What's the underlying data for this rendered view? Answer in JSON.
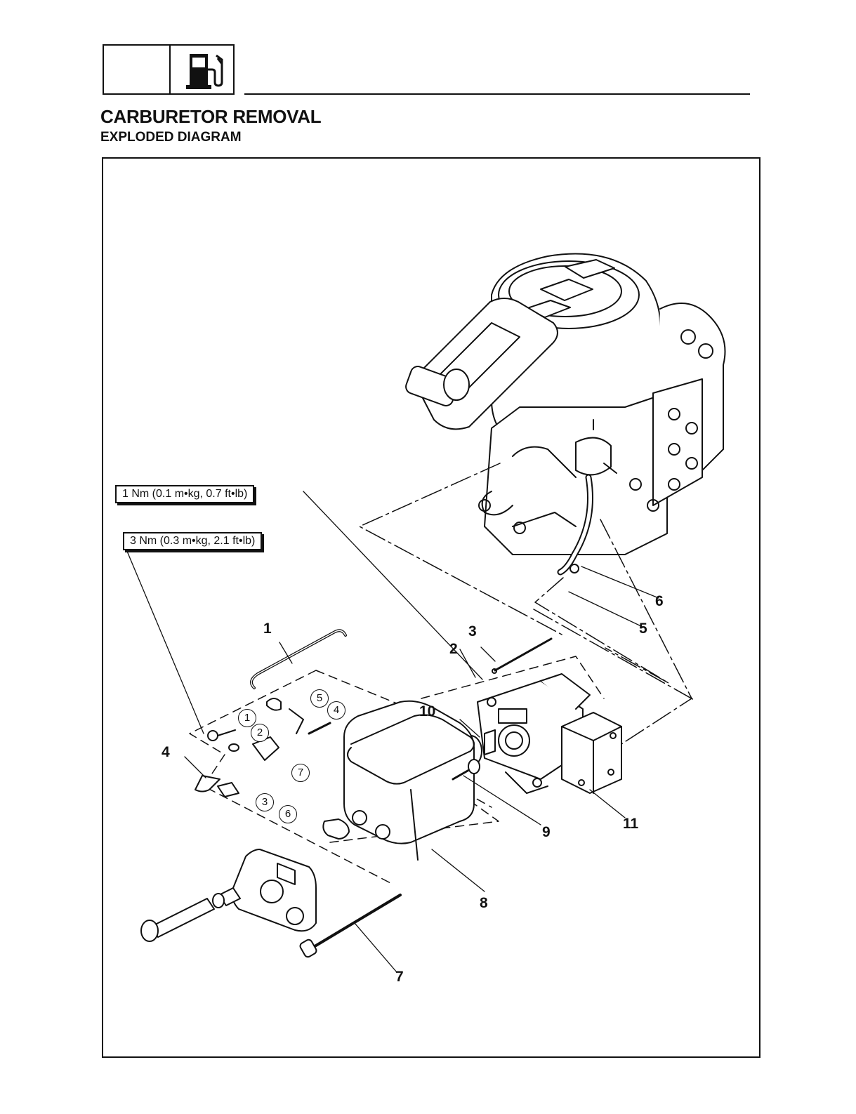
{
  "header": {
    "icon": "fuel-pump-icon"
  },
  "page": {
    "title": "CARBURETOR REMOVAL",
    "subtitle": "EXPLODED DIAGRAM"
  },
  "torque_specs": [
    {
      "label": "1 Nm (0.1 m•kg, 0.7 ft•lb)"
    },
    {
      "label": "3 Nm (0.3 m•kg, 2.1 ft•lb)"
    }
  ],
  "callouts": [
    "1",
    "2",
    "3",
    "4",
    "5",
    "6",
    "7",
    "8",
    "9",
    "10",
    "11"
  ],
  "sub_callouts": [
    "1",
    "2",
    "3",
    "4",
    "5",
    "6",
    "7"
  ]
}
